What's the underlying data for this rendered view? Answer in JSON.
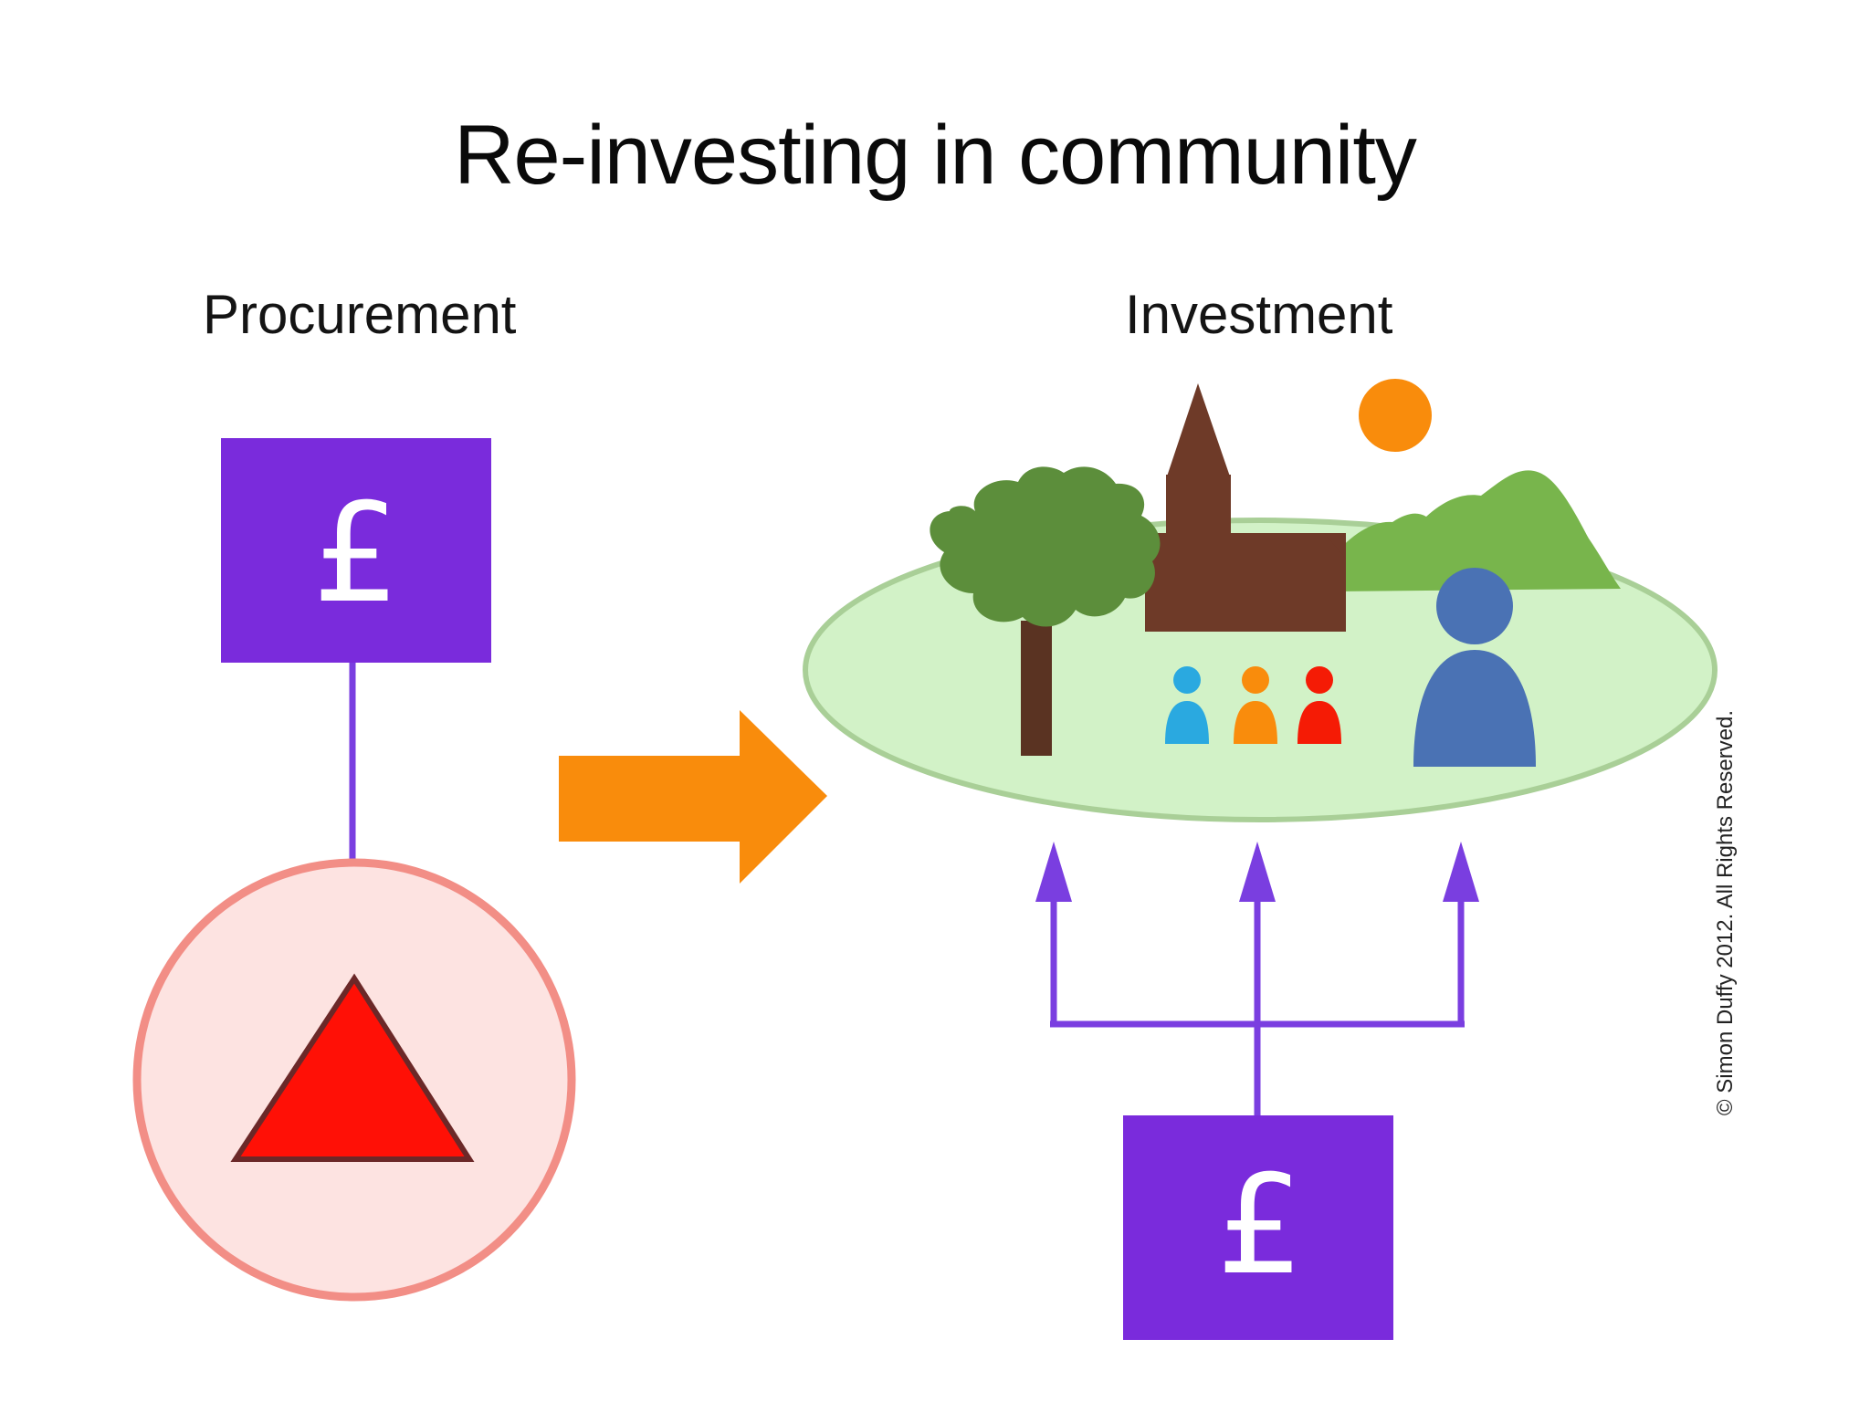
{
  "title": "Re-investing in community",
  "headings": {
    "procurement": "Procurement",
    "investment": "Investment"
  },
  "money_symbol": "£",
  "copyright": "© Simon Duffy 2012. All Rights Reserved.",
  "colors": {
    "money_box": "#7a2bdc",
    "arrow_purple": "#7a3ee0",
    "big_arrow": "#f98c0c",
    "circle_fill": "#fde3e1",
    "circle_stroke": "#f28e86",
    "triangle": "#ff1006",
    "meadow": "#d2f2c7",
    "meadow_stroke": "#a9cf97",
    "hills": "#78b54c",
    "tree": "#5c8e3b",
    "trunk": "#5a3322",
    "church": "#6e3a28",
    "sun": "#f98c0c",
    "person_blue": "#4a72b4",
    "child_1": "#2aa9e0",
    "child_2": "#f98c0c",
    "child_3": "#f51b05"
  },
  "icons": [
    "pound-icon",
    "triangle-icon",
    "tree-icon",
    "church-icon",
    "sun-icon",
    "hills-icon",
    "person-icon"
  ]
}
